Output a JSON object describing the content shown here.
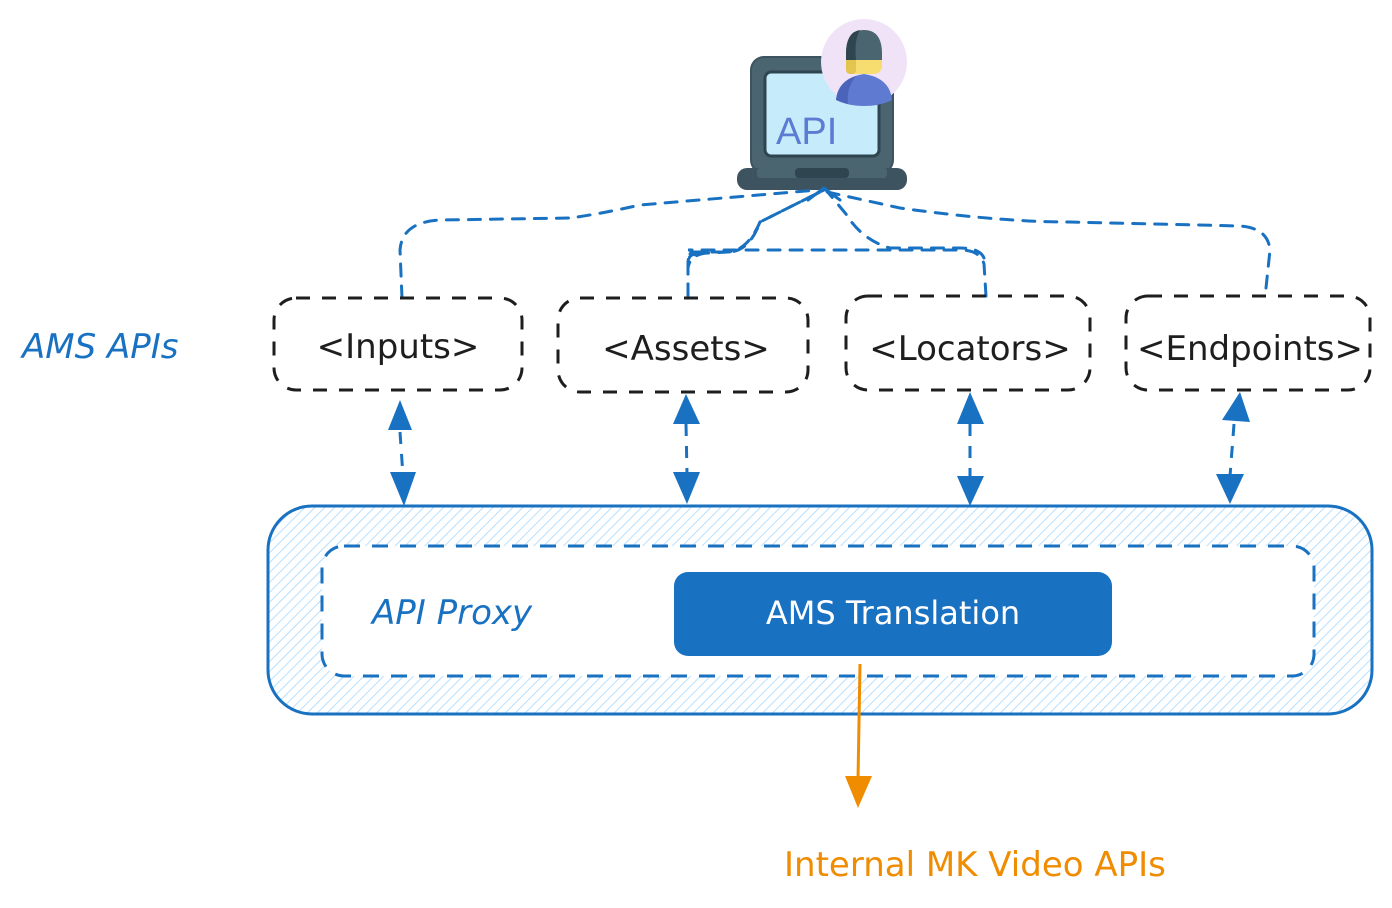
{
  "diagram": {
    "client": {
      "icon": "laptop-with-user-icon",
      "screen_label": "API"
    },
    "group_label": "AMS APIs",
    "api_boxes": [
      {
        "label": "<Inputs>"
      },
      {
        "label": "<Assets>"
      },
      {
        "label": "<Locators>"
      },
      {
        "label": "<Endpoints>"
      }
    ],
    "proxy": {
      "label": "API Proxy",
      "translation_label": "AMS Translation"
    },
    "output_label": "Internal MK Video APIs",
    "colors": {
      "blue": "#1971c2",
      "hatch": "#a5d8ff",
      "black": "#1e1e1e",
      "orange": "#f08c00",
      "laptop_body": "#3d535f",
      "laptop_screen": "#c6ecfb",
      "avatar_bg": "#f0e2f7"
    }
  }
}
